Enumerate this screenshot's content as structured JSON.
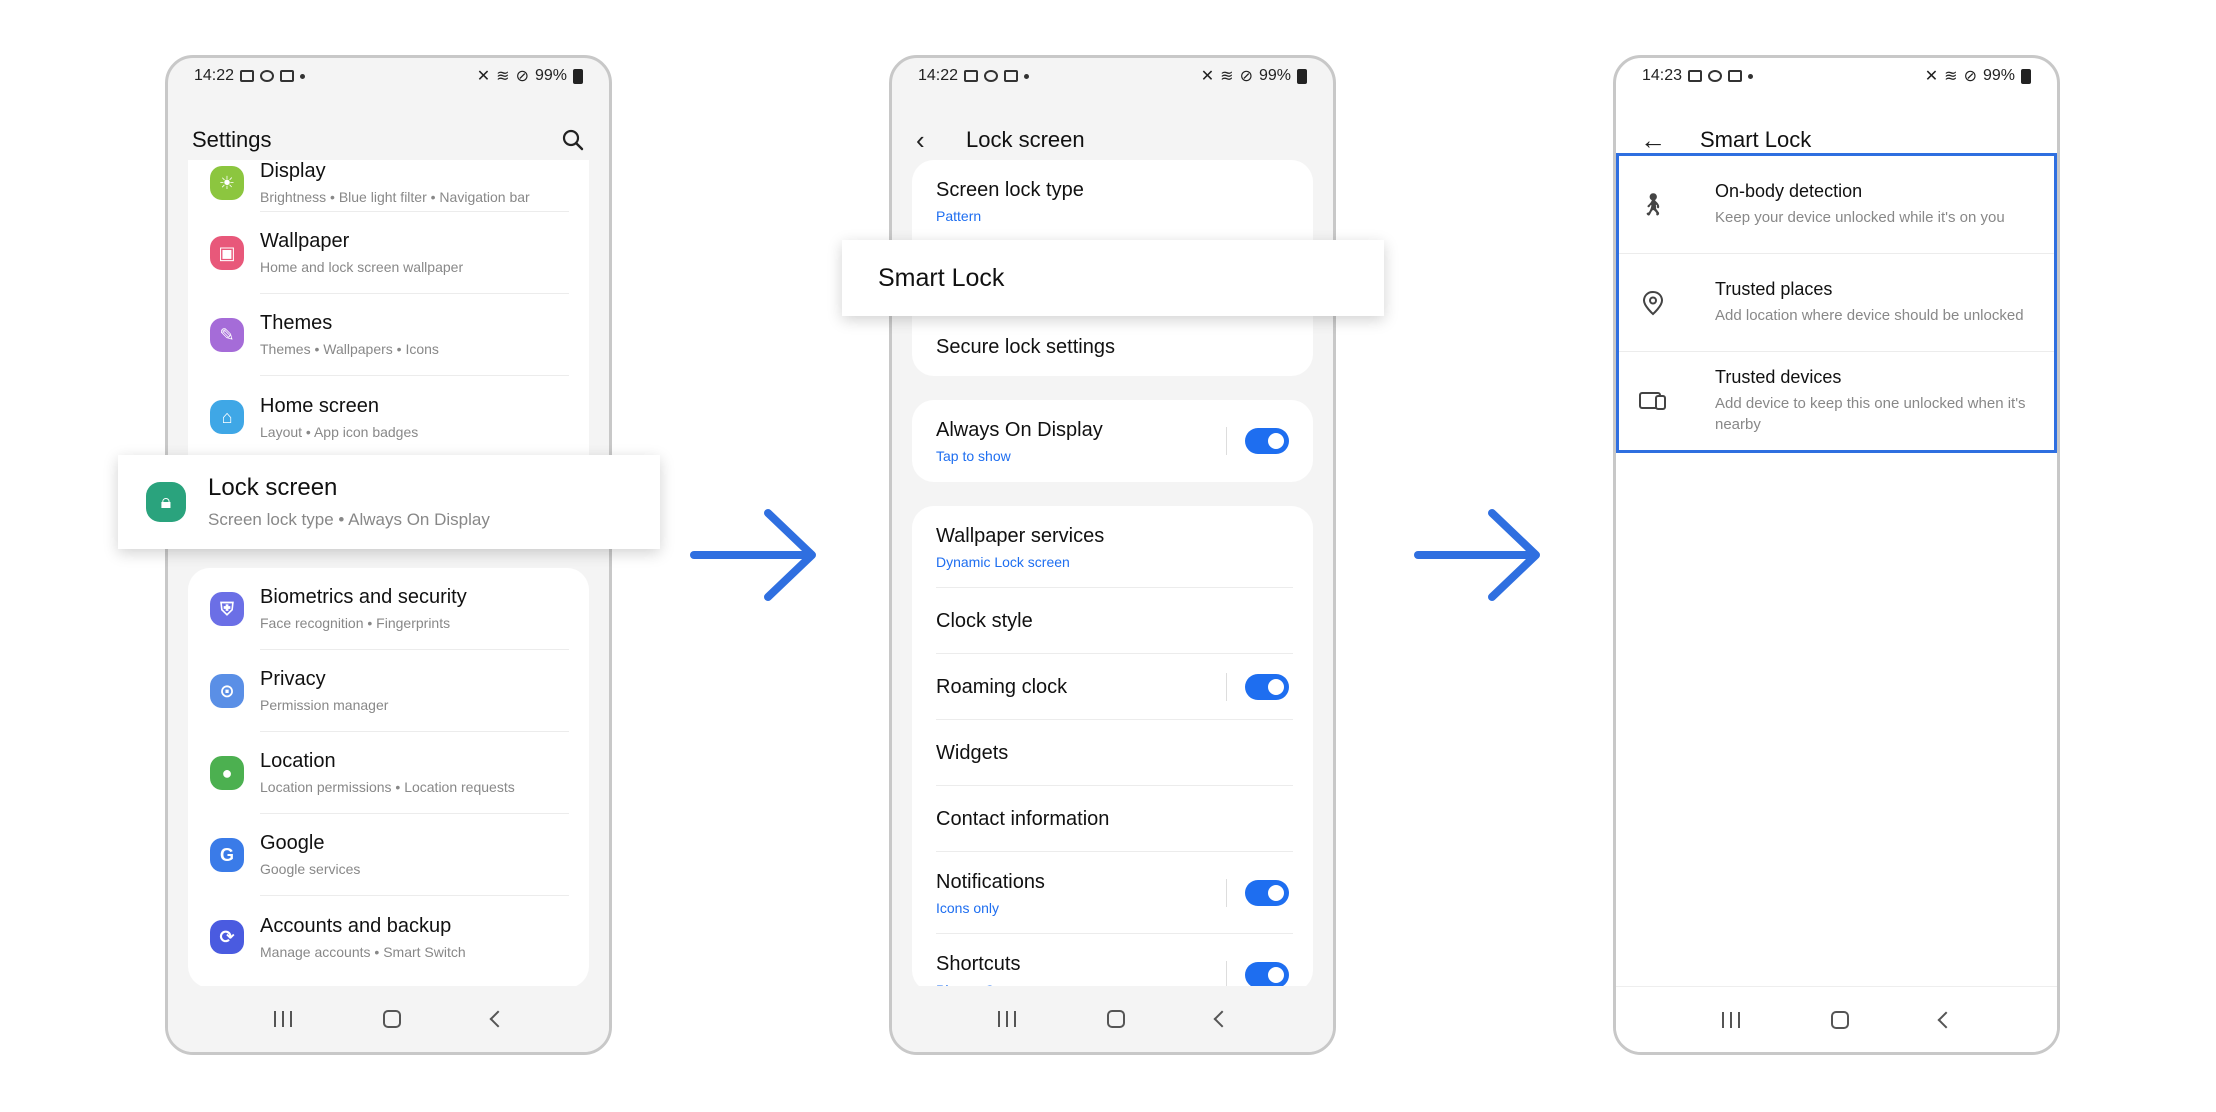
{
  "colors": {
    "accent": "#1e6ef0",
    "highlight_border": "#2f6fe0",
    "lock_icon": "#2aa37d"
  },
  "screen1": {
    "status": {
      "time": "14:22",
      "battery": "99%"
    },
    "title": "Settings",
    "items": [
      {
        "label": "Display",
        "sub": "Brightness  •  Blue light filter  •  Navigation bar",
        "icon": "sun-icon",
        "color": "#8cc63f"
      },
      {
        "label": "Wallpaper",
        "sub": "Home and lock screen wallpaper",
        "icon": "wallpaper-icon",
        "color": "#e8587a"
      },
      {
        "label": "Themes",
        "sub": "Themes  •  Wallpapers  •  Icons",
        "icon": "brush-icon",
        "color": "#a56cd8"
      },
      {
        "label": "Home screen",
        "sub": "Layout  •  App icon badges",
        "icon": "home-icon",
        "color": "#3fa7e6"
      }
    ],
    "items2": [
      {
        "label": "Biometrics and security",
        "sub": "Face recognition  •  Fingerprints",
        "icon": "shield-icon",
        "color": "#6b6fe6"
      },
      {
        "label": "Privacy",
        "sub": "Permission manager",
        "icon": "privacy-icon",
        "color": "#5a8fe6"
      },
      {
        "label": "Location",
        "sub": "Location permissions  •  Location requests",
        "icon": "pin-icon",
        "color": "#4cb050"
      },
      {
        "label": "Google",
        "sub": "Google services",
        "icon": "google-icon",
        "color": "#3a7be8"
      },
      {
        "label": "Accounts and backup",
        "sub": "Manage accounts  •  Smart Switch",
        "icon": "sync-icon",
        "color": "#4a5be0"
      }
    ],
    "highlight": {
      "label": "Lock screen",
      "sub": "Screen lock type  •  Always On Display"
    }
  },
  "screen2": {
    "status": {
      "time": "14:22",
      "battery": "99%"
    },
    "title": "Lock screen",
    "group1": [
      {
        "label": "Screen lock type",
        "sub": "Pattern"
      },
      {
        "label": "Secure lock settings"
      }
    ],
    "aod": {
      "label": "Always On Display",
      "sub": "Tap to show"
    },
    "group3": [
      {
        "label": "Wallpaper services",
        "sub": "Dynamic Lock screen",
        "toggle": false
      },
      {
        "label": "Clock style",
        "toggle": false
      },
      {
        "label": "Roaming clock",
        "toggle": true
      },
      {
        "label": "Widgets",
        "toggle": false
      },
      {
        "label": "Contact information",
        "toggle": false
      },
      {
        "label": "Notifications",
        "sub": "Icons only",
        "toggle": true
      },
      {
        "label": "Shortcuts",
        "sub": "Phone, Camera",
        "toggle": true
      }
    ],
    "highlight": {
      "label": "Smart Lock"
    }
  },
  "screen3": {
    "status": {
      "time": "14:23",
      "battery": "99%"
    },
    "title": "Smart Lock",
    "items": [
      {
        "label": "On-body detection",
        "sub": "Keep your device unlocked while it's on you",
        "icon": "walking-icon"
      },
      {
        "label": "Trusted places",
        "sub": "Add location where device should be unlocked",
        "icon": "location-pin-icon"
      },
      {
        "label": "Trusted devices",
        "sub": "Add device to keep this one unlocked when it's nearby",
        "icon": "devices-icon"
      }
    ]
  }
}
